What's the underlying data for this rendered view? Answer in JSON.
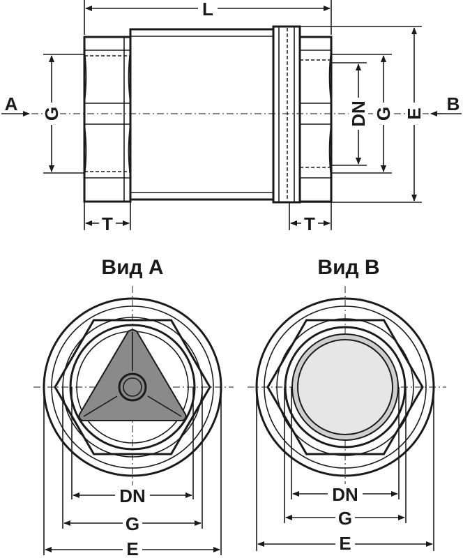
{
  "side_view": {
    "labels": {
      "length": "L",
      "thread_left": "G",
      "thread_right": "G",
      "diameter_nominal": "DN",
      "outer_diameter": "E",
      "thread_length_left": "T",
      "thread_length_right": "T",
      "direction_a": "A",
      "direction_b": "B"
    }
  },
  "view_a": {
    "title": "Вид А",
    "dims": {
      "dn": "DN",
      "g": "G",
      "e": "E"
    }
  },
  "view_b": {
    "title": "Вид В",
    "dims": {
      "dn": "DN",
      "g": "G",
      "e": "E"
    }
  },
  "colors": {
    "line": "#1a1a1a",
    "disc_fill": "#c4c4c4",
    "valve_fill": "#8a8a8a",
    "ring_fill": "#cfcfcf",
    "bore_fill": "#e6e6e6"
  }
}
